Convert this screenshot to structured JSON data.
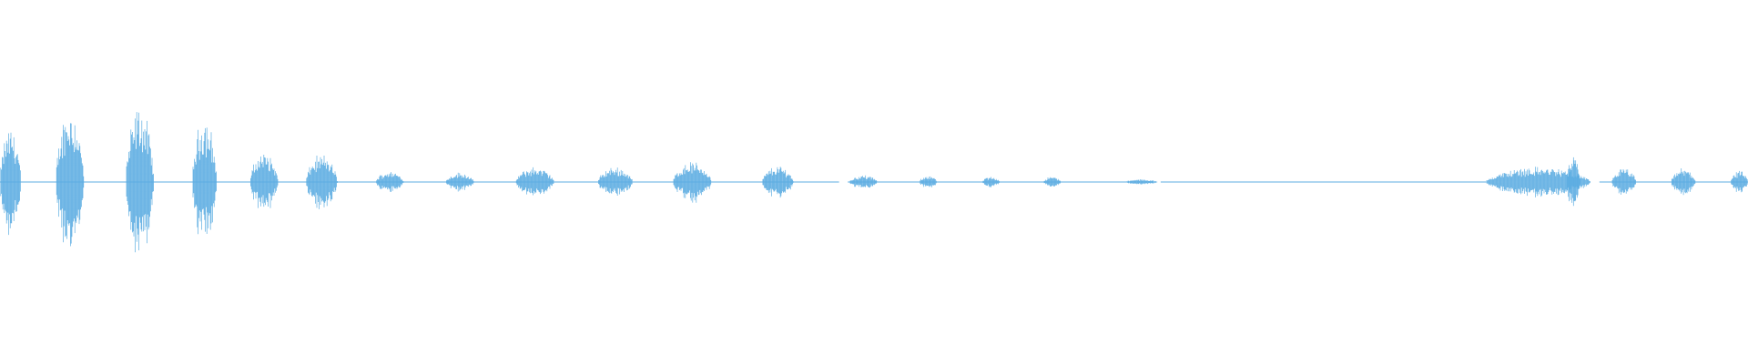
{
  "waveform": {
    "color": "#5dade2",
    "background": "#ffffff",
    "amplitude_scale": 1.0,
    "bursts": [
      {
        "t": 0.0,
        "dur": 0.012,
        "amp": 0.4
      },
      {
        "t": 0.032,
        "dur": 0.016,
        "amp": 0.55
      },
      {
        "t": 0.072,
        "dur": 0.016,
        "amp": 0.55
      },
      {
        "t": 0.11,
        "dur": 0.014,
        "amp": 0.48
      },
      {
        "t": 0.143,
        "dur": 0.016,
        "amp": 0.22
      },
      {
        "t": 0.175,
        "dur": 0.018,
        "amp": 0.2
      },
      {
        "t": 0.215,
        "dur": 0.016,
        "amp": 0.08
      },
      {
        "t": 0.255,
        "dur": 0.016,
        "amp": 0.07
      },
      {
        "t": 0.295,
        "dur": 0.022,
        "amp": 0.11
      },
      {
        "t": 0.342,
        "dur": 0.02,
        "amp": 0.11
      },
      {
        "t": 0.385,
        "dur": 0.022,
        "amp": 0.15
      },
      {
        "t": 0.436,
        "dur": 0.018,
        "amp": 0.12
      },
      {
        "t": 0.486,
        "dur": 0.016,
        "amp": 0.05
      },
      {
        "t": 0.526,
        "dur": 0.01,
        "amp": 0.05
      },
      {
        "t": 0.562,
        "dur": 0.01,
        "amp": 0.04
      },
      {
        "t": 0.597,
        "dur": 0.01,
        "amp": 0.04
      },
      {
        "t": 0.644,
        "dur": 0.018,
        "amp": 0.02
      },
      {
        "t": 0.85,
        "dur": 0.06,
        "amp": 0.11
      },
      {
        "t": 0.896,
        "dur": 0.008,
        "amp": 0.18
      },
      {
        "t": 0.922,
        "dur": 0.014,
        "amp": 0.1
      },
      {
        "t": 0.956,
        "dur": 0.014,
        "amp": 0.1
      },
      {
        "t": 0.99,
        "dur": 0.01,
        "amp": 0.08
      }
    ],
    "baseline_segments": [
      {
        "start": 0.0,
        "end": 0.48
      },
      {
        "start": 0.485,
        "end": 0.66
      },
      {
        "start": 0.664,
        "end": 0.85
      },
      {
        "start": 0.915,
        "end": 1.0
      }
    ]
  }
}
